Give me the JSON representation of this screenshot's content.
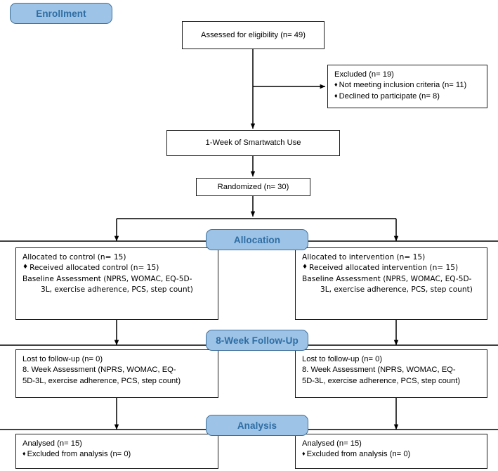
{
  "diagram": {
    "title": "CONSORT participant flow diagram",
    "type": "flowchart",
    "colors": {
      "pill_fill": "#9dc3e6",
      "pill_border": "#41719c",
      "pill_text": "#2e6da4",
      "box_border": "#1c1c1c",
      "box_fill": "#ffffff",
      "connector": "#000000"
    }
  },
  "stages": [
    {
      "id": "enrollment",
      "label": "Enrollment"
    },
    {
      "id": "allocation",
      "label": "Allocation"
    },
    {
      "id": "followup",
      "label": "8-Week Follow-Up"
    },
    {
      "id": "analysis",
      "label": "Analysis"
    }
  ],
  "nodes": {
    "assessed": {
      "text": "Assessed for eligibility (n= 49)"
    },
    "excluded": {
      "heading": "Excluded (n= 19)",
      "items": [
        "Not meeting inclusion criteria (n= 11)",
        "Declined to participate (n= 8)"
      ]
    },
    "smartwatch": {
      "text": "1-Week of Smartwatch Use"
    },
    "randomized": {
      "text": "Randomized (n= 30)"
    },
    "alloc_control": {
      "heading": "Allocated to control (n= 15)",
      "bullet": "Received allocated control (n= 15)",
      "assessment_line1": "Baseline Assessment (NPRS, WOMAC, EQ-5D-",
      "assessment_line2": "3L, exercise adherence, PCS, step count)"
    },
    "alloc_intervention": {
      "heading": "Allocated to intervention (n= 15)",
      "bullet": "Received allocated intervention (n= 15)",
      "assessment_line1": "Baseline Assessment (NPRS, WOMAC, EQ-5D-",
      "assessment_line2": "3L, exercise adherence, PCS, step count)"
    },
    "followup_control": {
      "line1": "Lost to follow-up (n= 0)",
      "line2": "8. Week Assessment (NPRS, WOMAC, EQ-",
      "line3": "5D-3L, exercise adherence, PCS, step count)"
    },
    "followup_intervention": {
      "line1": "Lost to follow-up (n= 0)",
      "line2": "8. Week Assessment (NPRS, WOMAC, EQ-",
      "line3": "5D-3L, exercise adherence, PCS, step count)"
    },
    "analysis_control": {
      "heading": "Analysed (n= 15)",
      "bullet": "Excluded from analysis (n= 0)"
    },
    "analysis_intervention": {
      "heading": "Analysed (n= 15)",
      "bullet": "Excluded from analysis (n= 0)"
    }
  },
  "glyphs": {
    "bullet": "♦"
  }
}
